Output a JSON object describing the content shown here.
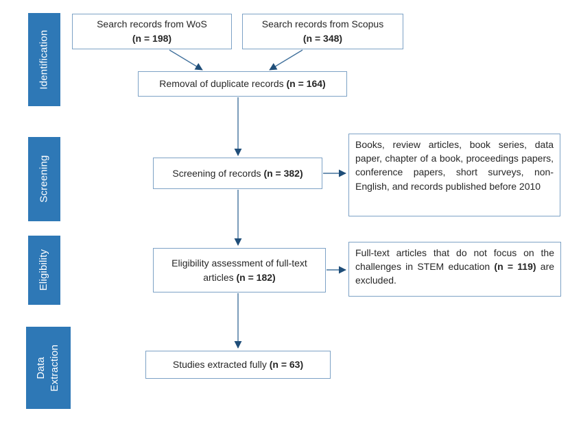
{
  "stages": [
    {
      "label": "Identification"
    },
    {
      "label": "Screening"
    },
    {
      "label": "Eligibility"
    },
    {
      "label": "Data\nExtraction"
    }
  ],
  "boxes": {
    "wos": {
      "label": "Search records from WoS",
      "n": "(n = 198)"
    },
    "scopus": {
      "label": "Search records from Scopus",
      "n": "(n = 348)"
    },
    "duplicates": {
      "label": "Removal of duplicate records",
      "n": "(n = 164)"
    },
    "screening": {
      "label": "Screening of records",
      "n": "(n = 382)"
    },
    "eligibility": {
      "label": "Eligibility assessment of full-text articles",
      "n": "(n = 182)"
    },
    "extracted": {
      "label": "Studies extracted fully",
      "n": "(n = 63)"
    }
  },
  "side_boxes": {
    "screening_excluded": {
      "text": "Books, review articles, book series, data paper, chapter of a book, proceedings papers, conference papers, short surveys, non-English, and records published before 2010"
    },
    "eligibility_excluded": {
      "text_before": "Full-text articles that do not focus on the challenges in STEM education",
      "n": "(n = 119)",
      "text_after": "are excluded."
    }
  },
  "colors": {
    "sidebar_blue": "#2E78B6",
    "box_border": "#7CA1C5",
    "arrow_line": "#41719C",
    "arrowhead": "#1F4E79",
    "text_color": "#262626",
    "sidebar_text": "#FFFFFF"
  }
}
